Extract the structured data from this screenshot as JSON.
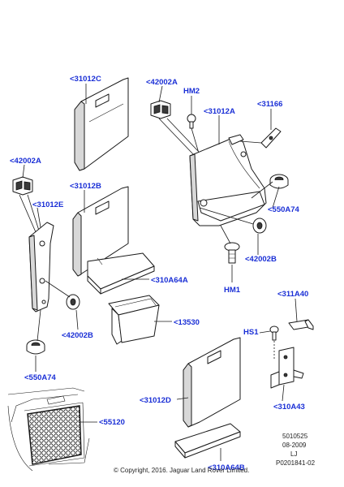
{
  "callouts": {
    "c31012C": "<31012C",
    "c42002A_top": "<42002A",
    "cHM2": "HM2",
    "c31012A": "<31012A",
    "c31166": "<31166",
    "c42002A_left": "<42002A",
    "c31012B": "<31012B",
    "c31012E": "<31012E",
    "c550A74_right": "<550A74",
    "c42002B_right": "<42002B",
    "c310A64A": "<310A64A",
    "cHM1": "HM1",
    "c311A40": "<311A40",
    "c13530": "<13530",
    "cHS1": "HS1",
    "c42002B_left": "<42002B",
    "c550A74_left": "<550A74",
    "c31012D": "<31012D",
    "c310A43": "<310A43",
    "c55120": "<55120",
    "c310A64B": "<310A64B"
  },
  "meta": {
    "code": "5010525",
    "date": "08-2009",
    "initials": "LJ",
    "ref": "P0201841-02"
  },
  "copyright": "© Copyright, 2016. Jaguar Land Rover Limited."
}
